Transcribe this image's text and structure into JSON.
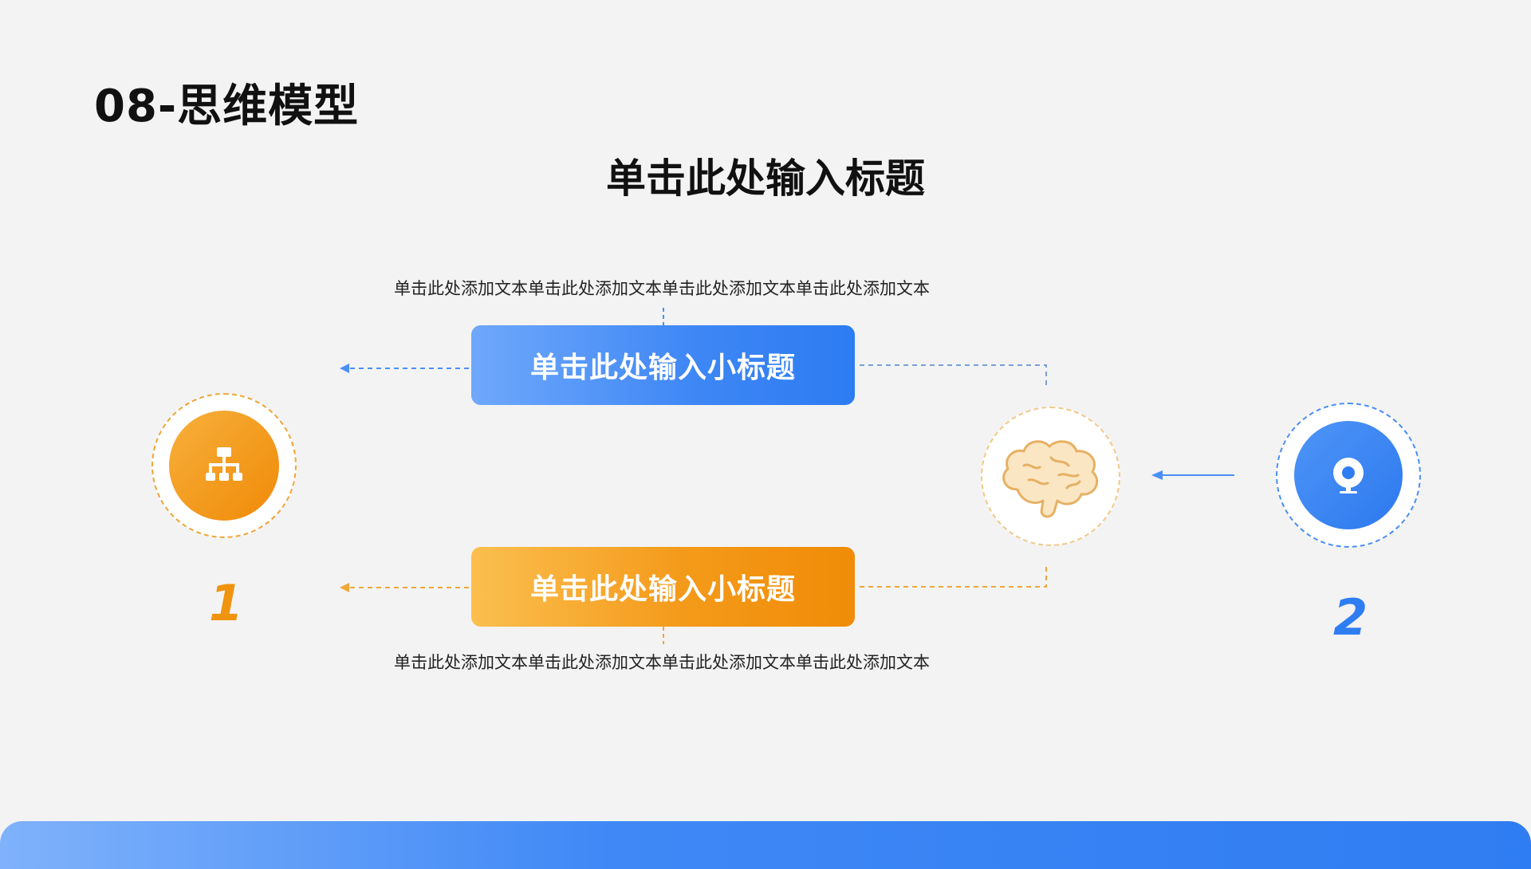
{
  "page": {
    "title": "08-思维模型",
    "heading": "单击此处输入标题"
  },
  "blocks": [
    {
      "label": "单击此处输入小标题",
      "text": "单击此处添加文本单击此处添加文本单击此处添加文本单击此处添加文本",
      "color": "#3d86f5"
    },
    {
      "label": "单击此处输入小标题",
      "text": "单击此处添加文本单击此处添加文本单击此处添加文本单击此处添加文本",
      "color": "#f49a1a"
    }
  ],
  "nodes": [
    {
      "number": "1",
      "icon": "org-chart-icon",
      "color": "#f49a1a"
    },
    {
      "icon": "brain-icon",
      "color": "#f1c98a"
    },
    {
      "number": "2",
      "icon": "webcam-icon",
      "color": "#2f7df2"
    }
  ]
}
